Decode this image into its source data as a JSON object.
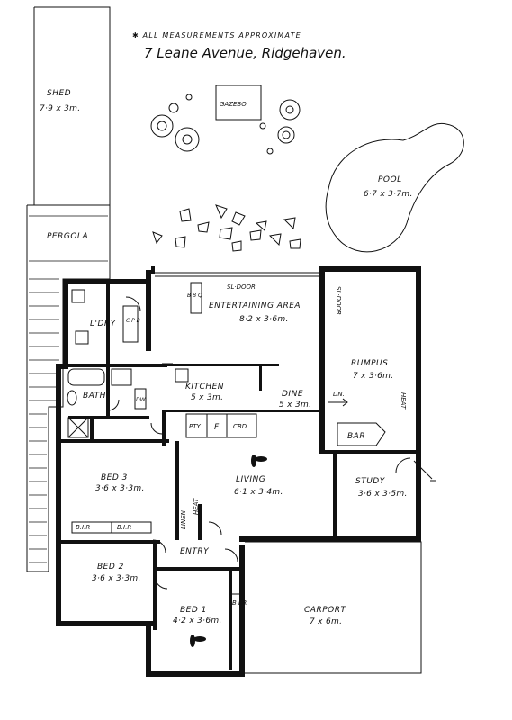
{
  "header": {
    "note": "✱ ALL MEASUREMENTS APPROXIMATE",
    "address": "7 Leane Avenue, Ridgehaven."
  },
  "outdoor": {
    "shed": {
      "label": "SHED",
      "dim": "7·9 x 3m."
    },
    "gazebo": {
      "label": "GAZEBO"
    },
    "pool": {
      "label": "POOL",
      "dim": "6·7 x 3·7m."
    },
    "pergola": {
      "label": "PERGOLA"
    }
  },
  "rooms": {
    "laundry": {
      "label": "L'DRY"
    },
    "cpb": {
      "label": "C P B"
    },
    "bath": {
      "label": "BATH"
    },
    "dw": {
      "label": "DW"
    },
    "entertaining": {
      "label": "ENTERTAINING AREA",
      "dim": "8·2 x 3·6m."
    },
    "sl_door_top": {
      "label": "SL·DOOR"
    },
    "sl_door_side": {
      "label": "SL·DOOR"
    },
    "bbq": {
      "label": "B B Q"
    },
    "rumpus": {
      "label": "RUMPUS",
      "dim": "7 x 3·6m."
    },
    "heat_rumpus": {
      "label": "HEAT"
    },
    "kitchen": {
      "label": "KITCHEN",
      "dim": "5 x 3m."
    },
    "dine": {
      "label": "DINE",
      "dim": "5 x 3m."
    },
    "dn": {
      "label": "DN."
    },
    "pty": {
      "label": "PTY"
    },
    "f": {
      "label": "F"
    },
    "cbd": {
      "label": "CBD"
    },
    "bar": {
      "label": "BAR"
    },
    "living": {
      "label": "LIVING",
      "dim": "6·1 x 3·4m."
    },
    "study": {
      "label": "STUDY",
      "dim": "3·6 x 3·5m."
    },
    "bed3": {
      "label": "BED 3",
      "dim": "3·6 x 3·3m."
    },
    "bir_left": {
      "label": "B.I.R"
    },
    "bir_right": {
      "label": "B.I.R"
    },
    "linen": {
      "label": "LINEN"
    },
    "heat_living": {
      "label": "HEAT"
    },
    "entry": {
      "label": "ENTRY"
    },
    "bed2": {
      "label": "BED 2",
      "dim": "3·6 x 3·3m."
    },
    "bed1": {
      "label": "BED 1",
      "dim": "4·2 x 3·6m."
    },
    "bir_bed1": {
      "label": "B I R"
    },
    "carport": {
      "label": "CARPORT",
      "dim": "7 x 6m."
    }
  },
  "colors": {
    "ink": "#111111",
    "paper": "#ffffff"
  }
}
